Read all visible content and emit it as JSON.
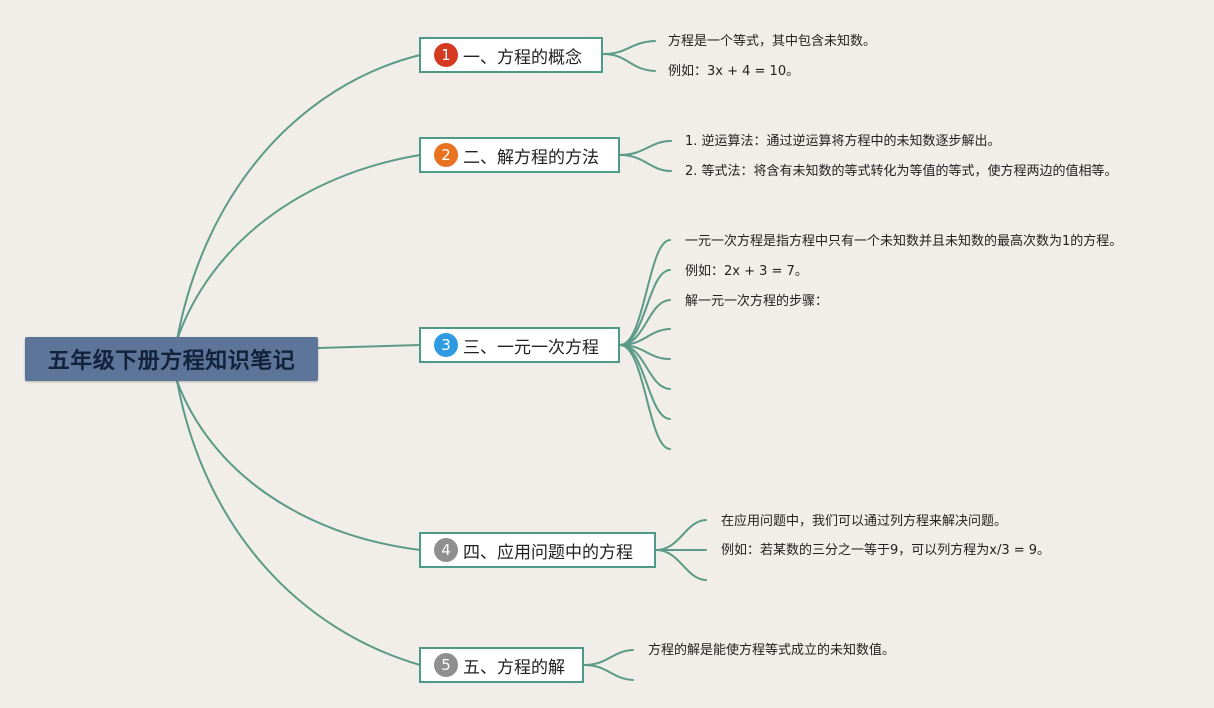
{
  "root": {
    "title": "五年级下册方程知识笔记"
  },
  "colors": {
    "line": "#5a9a87",
    "root": "#5d7599"
  },
  "topics": [
    {
      "badge": "1",
      "badge_color": "#d43a1f",
      "label": "一、方程的概念",
      "notes": [
        "方程是一个等式，其中包含未知数。",
        "例如：3x + 4 = 10。"
      ]
    },
    {
      "badge": "2",
      "badge_color": "#e8721f",
      "label": "二、解方程的方法",
      "notes": [
        "1. 逆运算法：通过逆运算将方程中的未知数逐步解出。",
        "2. 等式法：将含有未知数的等式转化为等值的等式，使方程两边的值相等。"
      ]
    },
    {
      "badge": "3",
      "badge_color": "#2e9be0",
      "label": "三、一元一次方程",
      "notes": [
        "一元一次方程是指方程中只有一个未知数并且未知数的最高次数为1的方程。",
        "例如：2x + 3 = 7。",
        "解一元一次方程的步骤："
      ]
    },
    {
      "badge": "4",
      "badge_color": "#8f8f8f",
      "label": "四、应用问题中的方程",
      "notes": [
        "在应用问题中，我们可以通过列方程来解决问题。",
        "例如：若某数的三分之一等于9，可以列方程为x/3 = 9。"
      ]
    },
    {
      "badge": "5",
      "badge_color": "#8f8f8f",
      "label": "五、方程的解",
      "notes": [
        "方程的解是能使方程等式成立的未知数值。"
      ]
    }
  ]
}
